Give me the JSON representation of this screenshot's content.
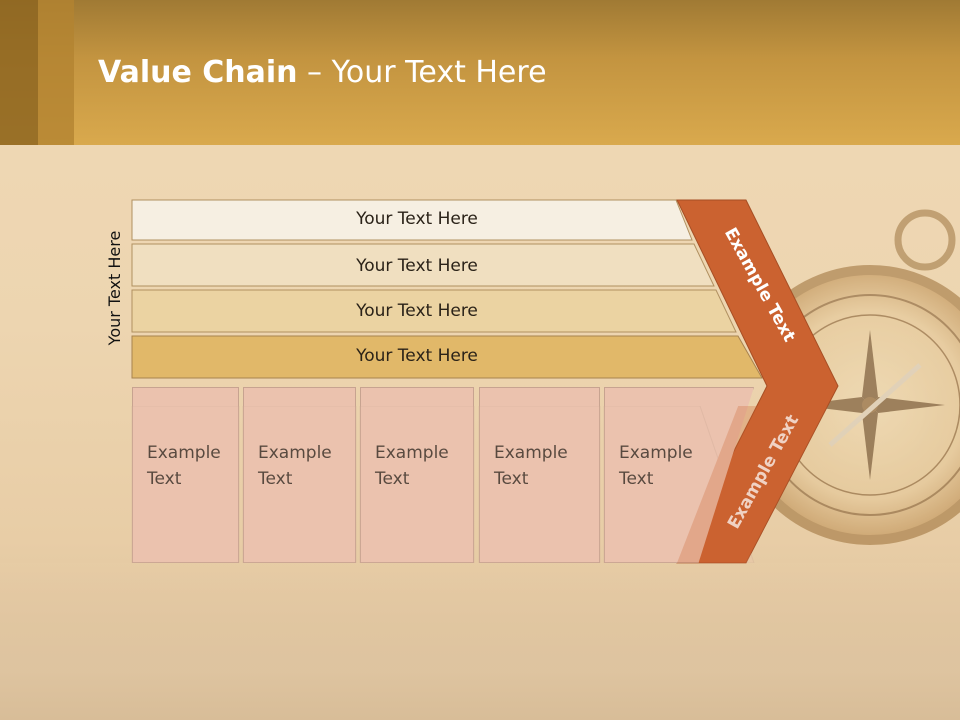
{
  "title": {
    "bold": "Value Chain",
    "rest": " – Your Text Here"
  },
  "side_label": "Your Text Here",
  "bands": [
    "Your Text Here",
    "Your Text Here",
    "Your Text Here",
    "Your Text Here"
  ],
  "boxes": [
    {
      "line1": "Example",
      "line2": "Text"
    },
    {
      "line1": "Example",
      "line2": "Text"
    },
    {
      "line1": "Example",
      "line2": "Text"
    },
    {
      "line1": "Example",
      "line2": "Text"
    },
    {
      "line1": "Example",
      "line2": "Text"
    }
  ],
  "arrow": {
    "upper": "Example Text",
    "lower": "Example Text"
  },
  "colors": {
    "band1": "#f6efe2",
    "band2": "#f0dfc0",
    "band3": "#ebd3a2",
    "band4": "#e1b869",
    "box": "#ebc2ae",
    "arrow": "#cb6230",
    "header": "#d9a94d"
  }
}
